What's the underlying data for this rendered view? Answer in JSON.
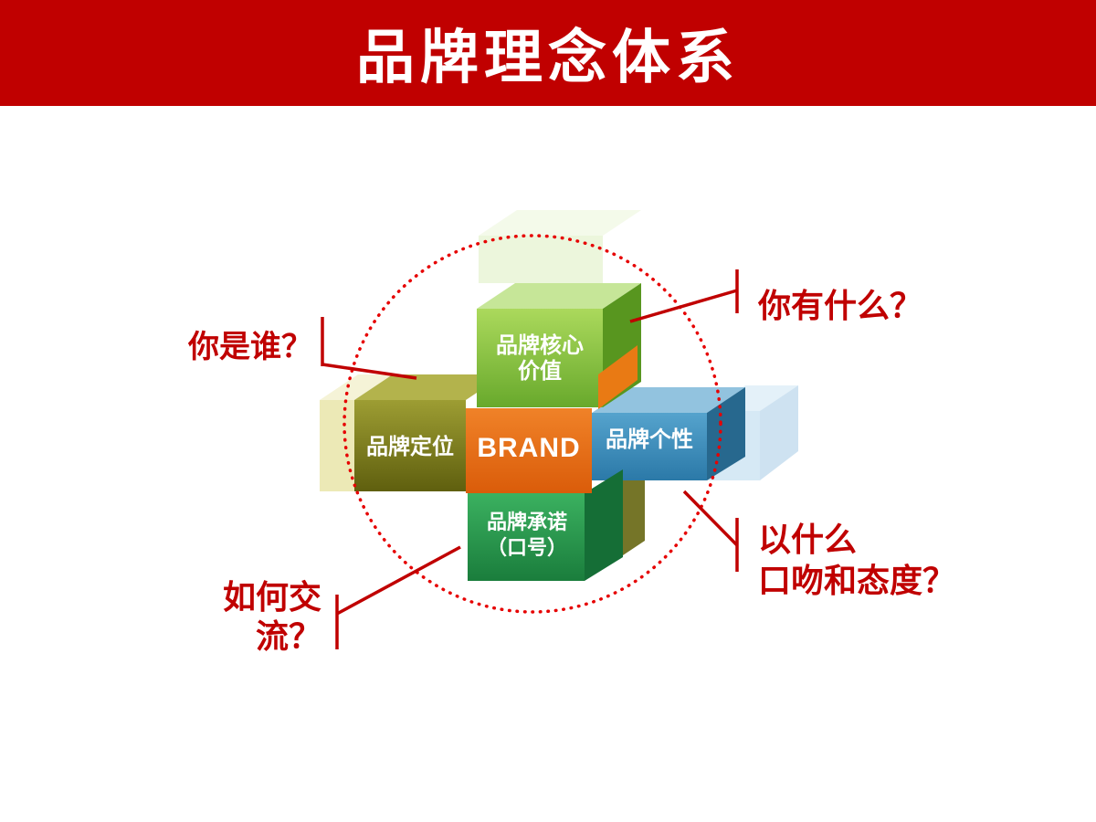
{
  "slide": {
    "title": "品牌理念体系",
    "colors": {
      "header_bg": "#c00000",
      "accent_red": "#c00000",
      "circle_red": "#e60000"
    }
  },
  "diagram": {
    "center_cube": {
      "label": "BRAND",
      "color": "#e8701a"
    },
    "top_cube": {
      "label_line1": "品牌核心",
      "label_line2": "价值",
      "color": "#8cc63f"
    },
    "left_cube": {
      "label": "品牌定位",
      "color": "#80801e"
    },
    "right_cube": {
      "label": "品牌个性",
      "color": "#3f92c0"
    },
    "bottom_cube": {
      "label_line1": "品牌承诺",
      "label_line2": "（口号）",
      "color": "#2aa054"
    }
  },
  "annotations": {
    "who_are_you": {
      "text": "你是谁？"
    },
    "what_do_you_have": {
      "text": "你有什么？"
    },
    "how_to_communicate": {
      "line1": "如何交",
      "line2": "流？"
    },
    "tone_attitude": {
      "line1": "以什么",
      "line2": "口吻和态度？"
    }
  }
}
